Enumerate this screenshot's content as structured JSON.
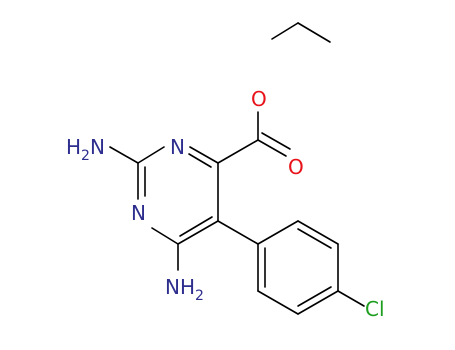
{
  "molecule": {
    "atoms": {
      "amine_top": {
        "main": "H",
        "sub": "2",
        "tail": "N",
        "color": "#2e2e8f"
      },
      "amine_bottom": {
        "main": "NH",
        "sub": "2",
        "color": "#2e2e8f"
      },
      "ring_n_top": {
        "label": "N",
        "color": "#2e2e8f"
      },
      "ring_n_left": {
        "label": "N",
        "color": "#2e2e8f"
      },
      "ester_o_single": {
        "label": "O",
        "color": "#e8131a"
      },
      "carbonyl_o": {
        "label": "O",
        "color": "#e8131a"
      },
      "chlorine": {
        "label": "Cl",
        "color": "#1e9e1e"
      }
    },
    "colors": {
      "bond": "#000000",
      "nitrogen": "#2e2e8f",
      "oxygen": "#e8131a",
      "chlorine": "#1e9e1e"
    }
  }
}
